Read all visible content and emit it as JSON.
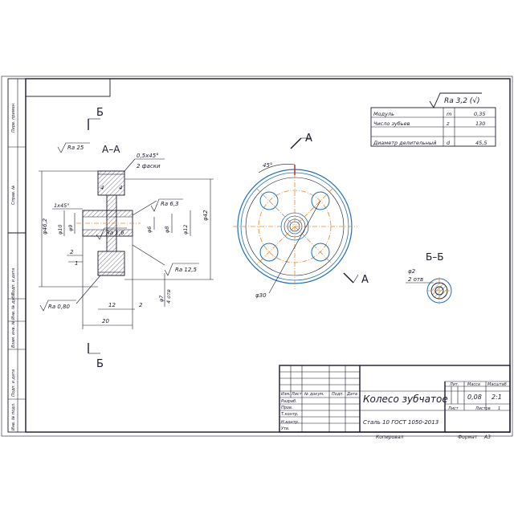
{
  "roughness_general": "Ra 3,2 (√)",
  "params_table": {
    "rows": [
      {
        "name": "Модуль",
        "sym": "m",
        "val": "0,35"
      },
      {
        "name": "Число зубьев",
        "sym": "z",
        "val": "130"
      },
      {
        "name": "",
        "sym": "",
        "val": ""
      },
      {
        "name": "Диаметр делительный",
        "sym": "d",
        "val": "45,5"
      }
    ]
  },
  "section_aa": {
    "title": "А–А",
    "ra_top": "Ra 25",
    "chamfer": "0,5х45°",
    "chamfer_note": "2 фаски",
    "chamfer_small": "1х45°",
    "dim_4a": "4",
    "dim_4b": "4",
    "ra63": "Ra 6,3",
    "ra16": "Ra 1,6",
    "ra125": "Ra 12,5",
    "ra080": "Ra 0,80",
    "d462": "φ46,2",
    "d42": "φ42",
    "d10": "φ10",
    "d9": "φ9",
    "d6": "φ6",
    "d8": "φ8",
    "d12": "φ12",
    "d7": "φ7",
    "holes": "4 отв",
    "dim_2a": "2",
    "dim_1": "1",
    "dim_12": "12",
    "dim_2b": "2",
    "dim_20": "20"
  },
  "cut_marks": {
    "b_top": "Б",
    "b_bottom": "Б",
    "a_top": "А",
    "a_bottom": "А"
  },
  "front_view": {
    "angle": "45°",
    "d30": "φ30"
  },
  "section_bb": {
    "title": "Б–Б",
    "d2": "φ2",
    "holes": "2 отв"
  },
  "side_strip": [
    "Перв. примен.",
    "Справ. №",
    "Подп. и дата",
    "Инв. № дубл.",
    "Взам. инв. №",
    "Подп. и дата",
    "Инв. № подл."
  ],
  "title_block": {
    "name": "Колесо зубчатое",
    "material": "Сталь 10  ГОСТ 1050-2013",
    "lit_h": "Лит.",
    "mass_h": "Масса",
    "scale_h": "Масштаб",
    "mass": "0,08",
    "scale": "2:1",
    "sheet": "Лист",
    "sheets": "Листов",
    "sheets_num": "1",
    "cols": [
      "Изм.",
      "Лист",
      "№ докум.",
      "Подп.",
      "Дата"
    ],
    "roles": [
      "Разраб.",
      "Пров.",
      "Т.контр.",
      "",
      "Н.контр.",
      "Утв."
    ],
    "copied": "Копировал",
    "format": "Формат",
    "format_val": "А3"
  }
}
